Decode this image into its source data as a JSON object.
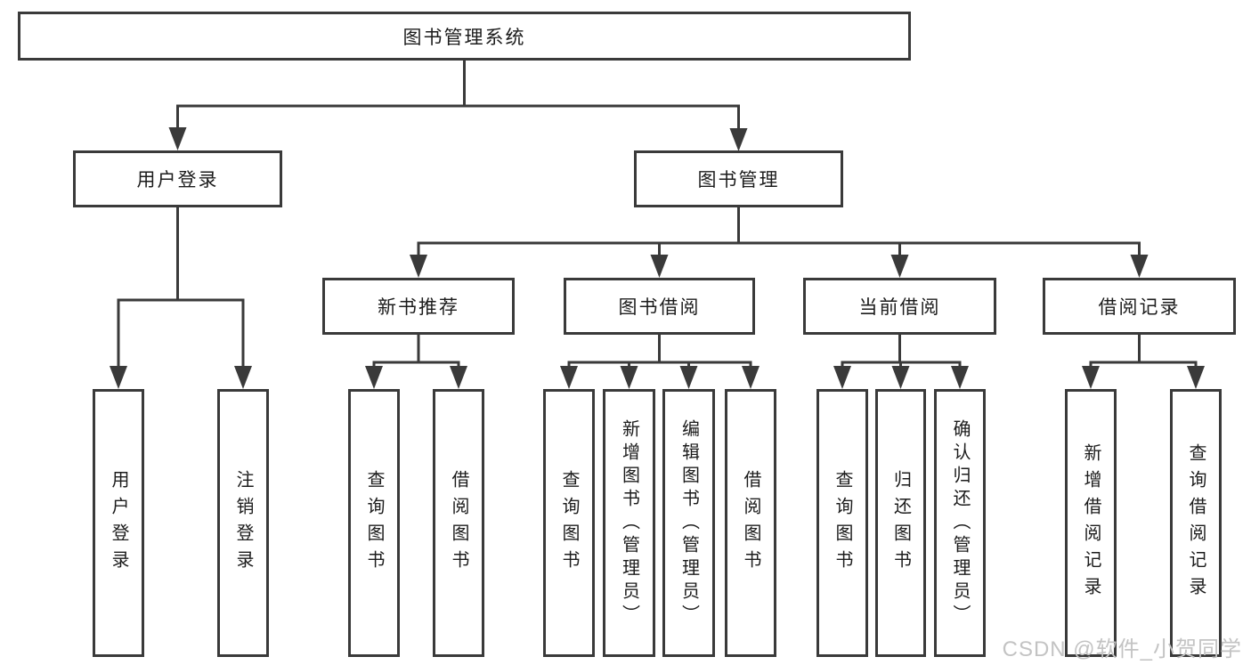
{
  "diagram": {
    "type": "hierarchy",
    "title": "图书管理系统",
    "watermark": "CSDN @软件_小贺同学",
    "colors": {
      "line": "#3a3a3a",
      "box_border": "#3a3a3a",
      "text": "#1c1c1c",
      "background": "#ffffff",
      "watermark": "#c3c3c3"
    },
    "nodes": {
      "root": {
        "label": "图书管理系统",
        "level": 1
      },
      "user_login": {
        "label": "用户登录",
        "level": 2,
        "parent": "root"
      },
      "book_mgmt": {
        "label": "图书管理",
        "level": 2,
        "parent": "root"
      },
      "new_book_rec": {
        "label": "新书推荐",
        "level": 3,
        "parent": "book_mgmt"
      },
      "book_borrow": {
        "label": "图书借阅",
        "level": 3,
        "parent": "book_mgmt"
      },
      "current_borrow": {
        "label": "当前借阅",
        "level": 3,
        "parent": "book_mgmt"
      },
      "borrow_record": {
        "label": "借阅记录",
        "level": 3,
        "parent": "book_mgmt"
      }
    },
    "leaves": {
      "user_login_leaf": {
        "label": "用户登录",
        "parent": "user_login"
      },
      "logout_leaf": {
        "label": "注销登录",
        "parent": "user_login"
      },
      "rec_query": {
        "label": "查询图书",
        "parent": "new_book_rec"
      },
      "rec_borrow": {
        "label": "借阅图书",
        "parent": "new_book_rec"
      },
      "bor_query": {
        "label": "查询图书",
        "parent": "book_borrow"
      },
      "bor_add": {
        "label": "新增图书（管理员）",
        "parent": "book_borrow"
      },
      "bor_edit": {
        "label": "编辑图书（管理员）",
        "parent": "book_borrow"
      },
      "bor_borrow": {
        "label": "借阅图书",
        "parent": "book_borrow"
      },
      "cur_query": {
        "label": "查询图书",
        "parent": "current_borrow"
      },
      "cur_return": {
        "label": "归还图书",
        "parent": "current_borrow"
      },
      "cur_confirm": {
        "label": "确认归还（管理员）",
        "parent": "current_borrow"
      },
      "log_add": {
        "label": "新增借阅记录",
        "parent": "borrow_record"
      },
      "log_query": {
        "label": "查询借阅记录",
        "parent": "borrow_record"
      }
    }
  }
}
